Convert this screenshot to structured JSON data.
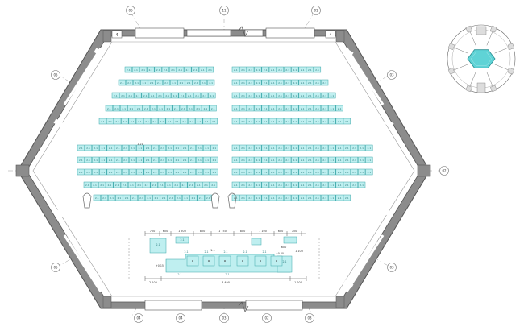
{
  "colors": {
    "wall": "#8c8c8c",
    "wall_light": "#c8c8c8",
    "line": "#555555",
    "axis": "#9a9a9a",
    "seat_fill": "#bfeff0",
    "seat_stroke": "#3aa7a9",
    "seat_text": "#2e7f80",
    "stage_fill": "#bfeff0",
    "paper": "#ffffff"
  },
  "axes": {
    "top": [
      "06",
      "11",
      "01"
    ],
    "bottom": [
      "04",
      "04",
      "03",
      "02",
      "03"
    ],
    "left": [
      "05",
      "05"
    ],
    "right": [
      "03",
      "03",
      "02"
    ],
    "doors": [
      "4",
      "4"
    ]
  },
  "seat_label": "2.1",
  "row_label": "1.21",
  "stage": {
    "labels": [
      "2.1",
      "2.1",
      "2.1",
      "2.1",
      "2.1",
      "2.1",
      "2.1",
      "2.1",
      "2.1",
      "2.1"
    ],
    "cell_label": "1.1",
    "dims_top": [
      "750",
      "600",
      "1 500",
      "800",
      "1 750",
      "800",
      "1 100",
      "600",
      "750"
    ],
    "dims_bottom": [
      "2 100",
      "8 490",
      "1 200"
    ],
    "side_dims": [
      "1 100",
      "600"
    ],
    "height_marks": [
      "+0.15",
      "+0.60"
    ]
  },
  "key_plan": {
    "caption": ""
  }
}
